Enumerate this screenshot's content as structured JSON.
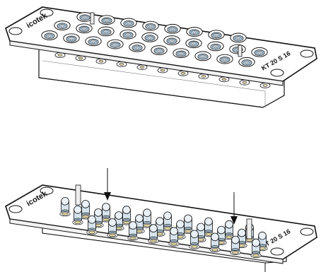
{
  "figure": {
    "top_assembly": {
      "brand_text": "icotek",
      "part_text": "KT 20 S 16"
    },
    "bottom_assembly": {
      "brand_text": "icotek",
      "part_text": "KT 20 S 16"
    },
    "arrows": {
      "count": 2,
      "meaning_hint": ""
    },
    "colors": {
      "line": "#111111",
      "body_fill": "#ffffff",
      "grommet_fill": "#9fb7c9",
      "grommet_light": "#d7e4ee",
      "spring_fill": "#e2d6a0",
      "spring_dark": "#b9aa62"
    }
  }
}
